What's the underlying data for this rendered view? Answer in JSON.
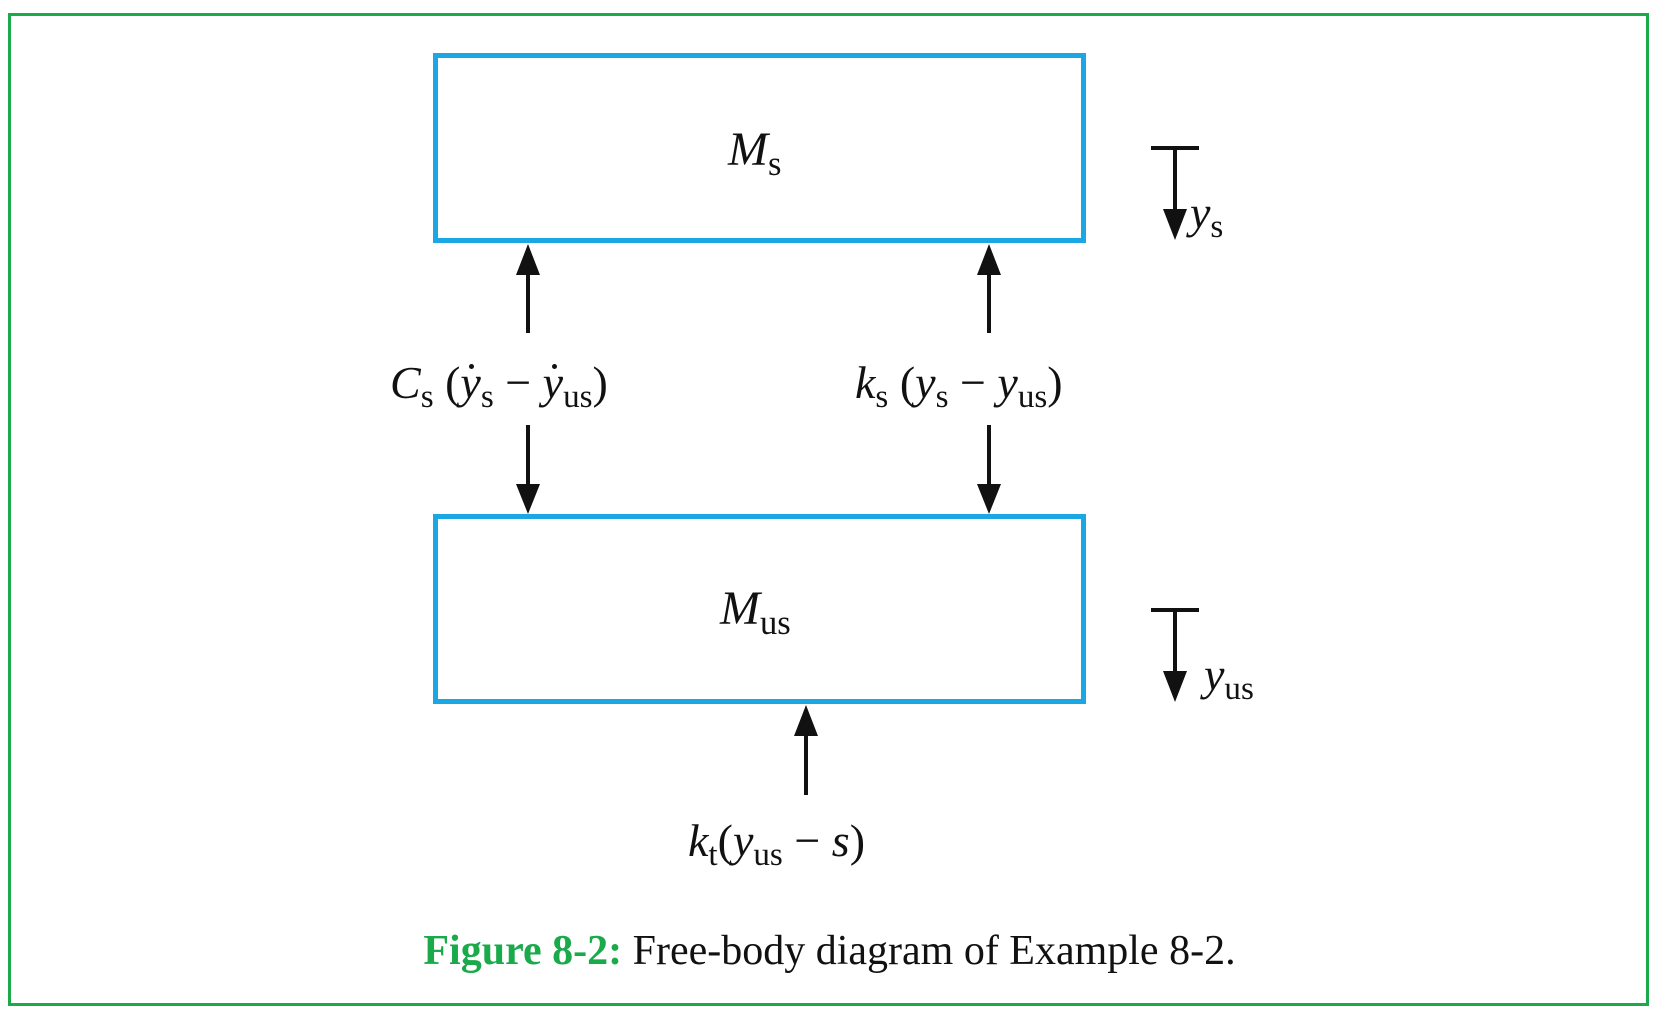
{
  "diagram": {
    "upper_mass": {
      "symbol": "M",
      "subscript": "s"
    },
    "lower_mass": {
      "symbol": "M",
      "subscript": "us"
    },
    "damper_force": {
      "symbol": "C",
      "subscript": "s",
      "term1": "y",
      "term1_sub": "s",
      "term2": "y",
      "term2_sub": "us",
      "minus": "−",
      "open": "(",
      "close": ")"
    },
    "spring_force": {
      "symbol": "k",
      "subscript": "s",
      "term1": "y",
      "term1_sub": "s",
      "term2": "y",
      "term2_sub": "us",
      "minus": "−",
      "open": "(",
      "close": ")"
    },
    "tire_force": {
      "symbol": "k",
      "subscript": "t",
      "term1": "y",
      "term1_sub": "us",
      "term2": "s",
      "minus": "−",
      "open": "(",
      "close": ")"
    },
    "displacement_upper": {
      "symbol": "y",
      "subscript": "s"
    },
    "displacement_lower": {
      "symbol": "y",
      "subscript": "us"
    }
  },
  "caption": {
    "label": "Figure 8-2:",
    "text": "Free-body diagram of Example 8-2."
  },
  "colors": {
    "frame": "#1aaa4b",
    "box": "#1aa7e3",
    "caption_label": "#1aaa4b",
    "ink": "#111111"
  }
}
